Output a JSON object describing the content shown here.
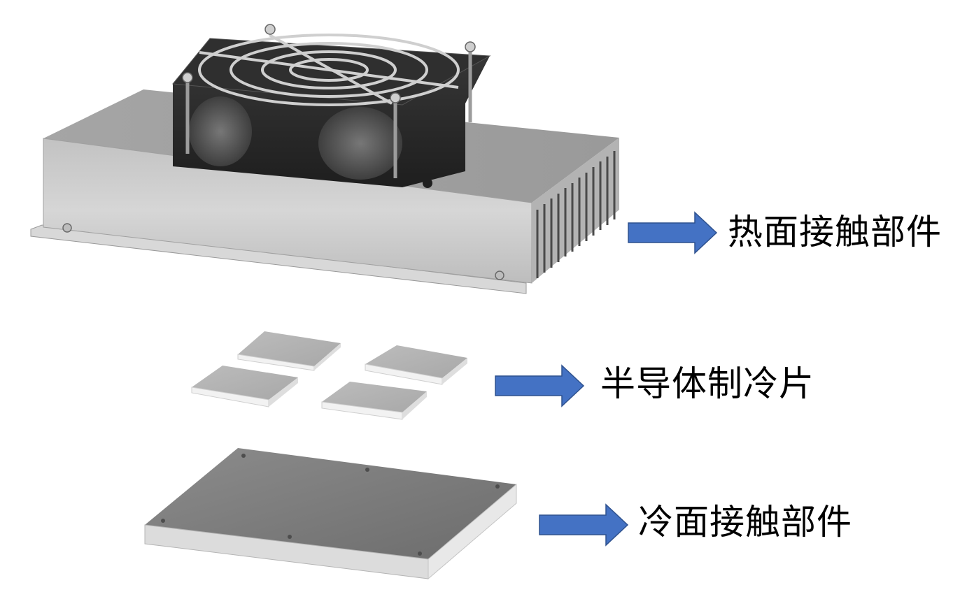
{
  "components": {
    "hot_side": {
      "label": "热面接触部件",
      "icon": "heatsink-fan-assembly"
    },
    "peltier": {
      "label": "半导体制冷片",
      "icon": "thermoelectric-module",
      "count": 4
    },
    "cold_side": {
      "label": "冷面接触部件",
      "icon": "cold-plate"
    }
  },
  "colors": {
    "arrow": "#4472C4",
    "arrow_stroke": "#2F528F",
    "text": "#000000",
    "metal_light": "#c9c9c9",
    "metal_dark": "#6f6f6f",
    "fan_body": "#2b2b2b"
  }
}
